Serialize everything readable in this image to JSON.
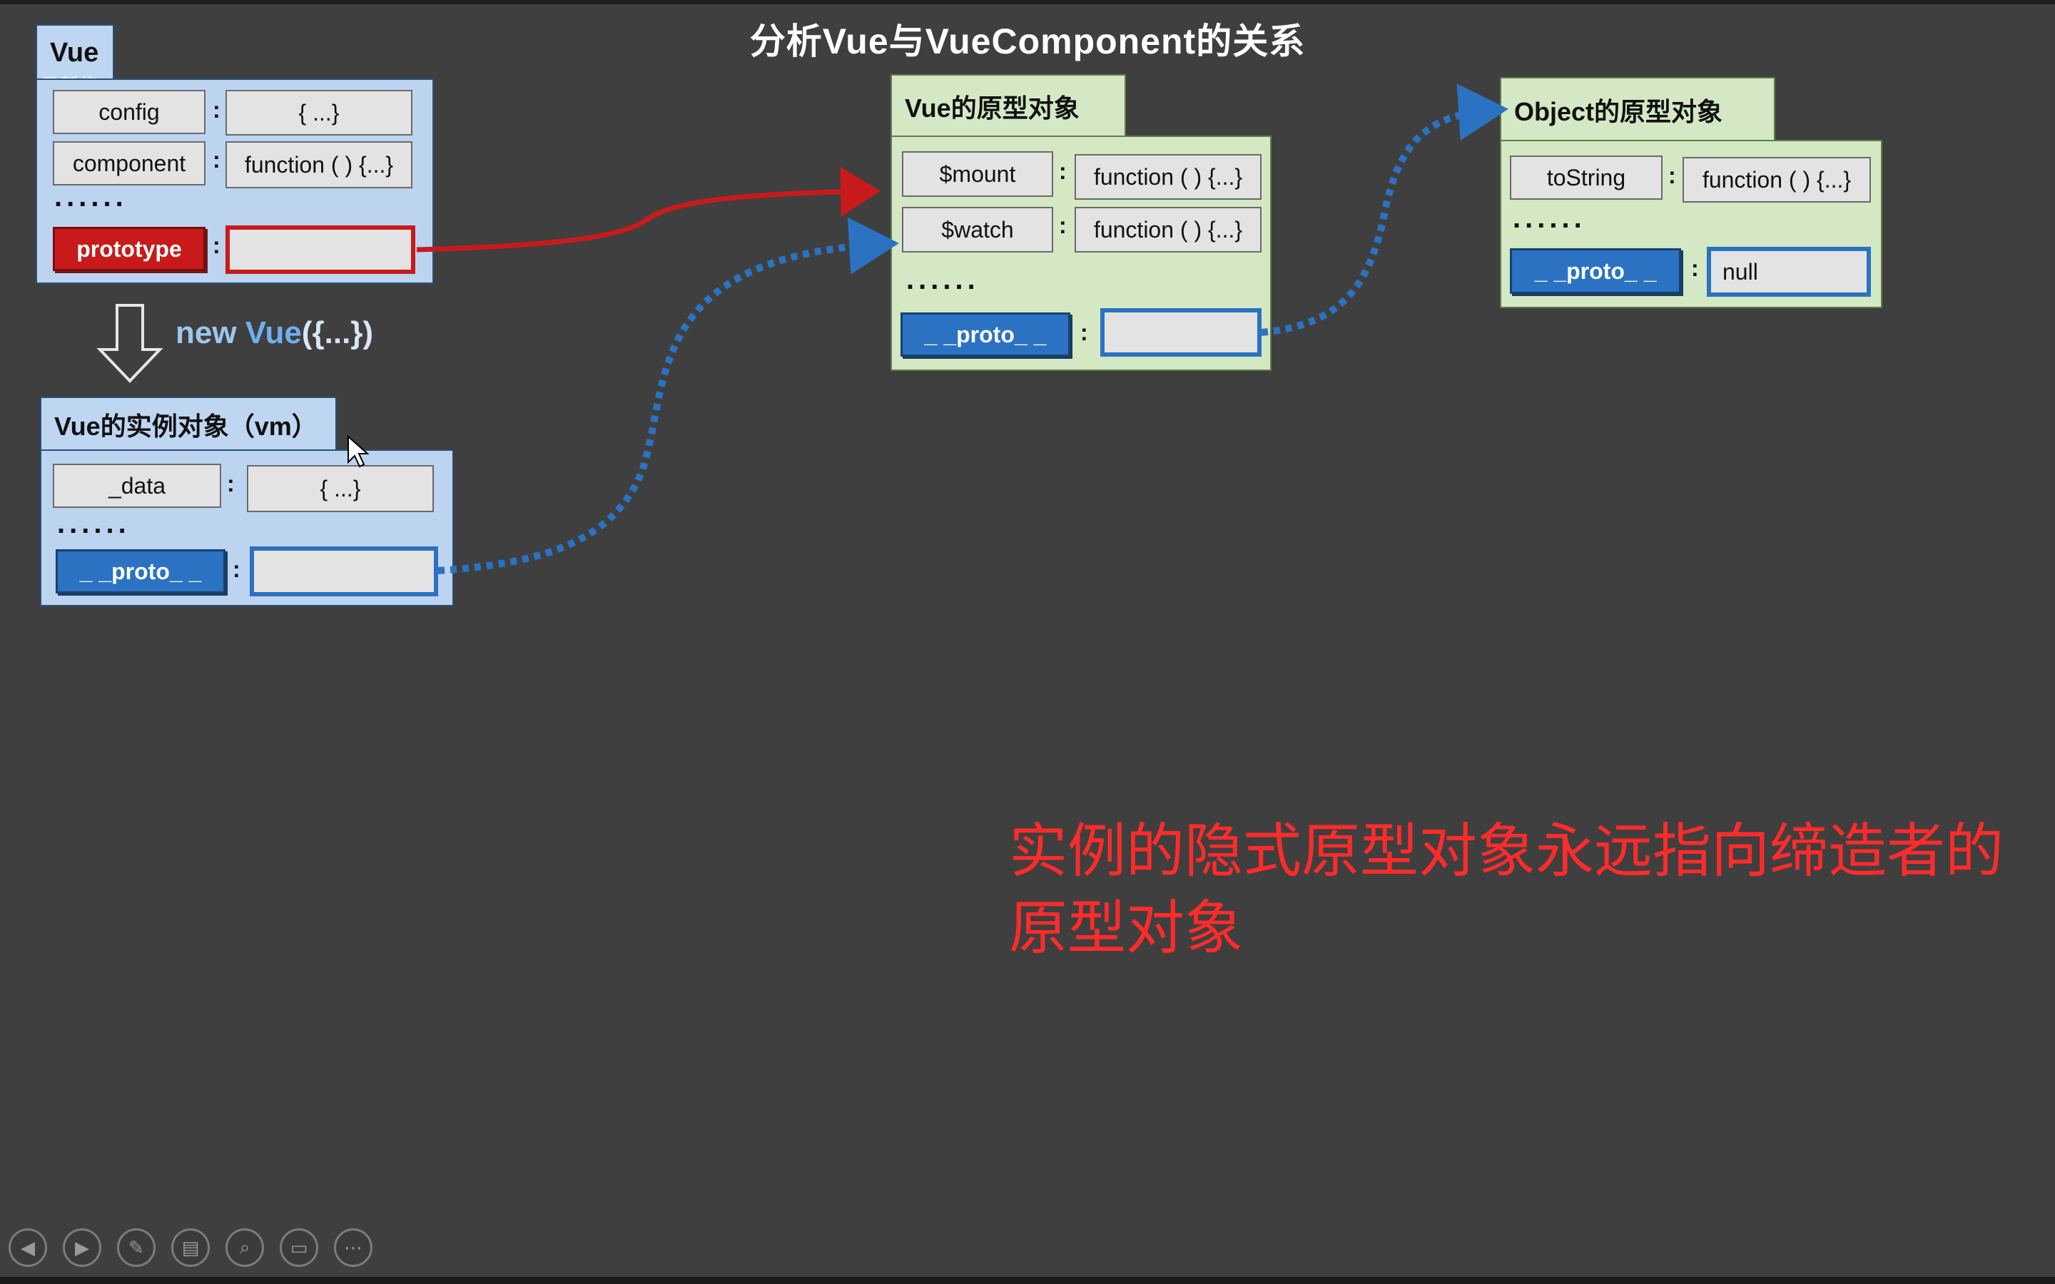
{
  "slide": {
    "title": "分析Vue与VueComponent的关系",
    "overlay_status": "已暂停",
    "note": "实例的隐式原型对象永远指向缔造者的原型对象"
  },
  "vue_ctor": {
    "tab": "Vue",
    "rows": [
      {
        "key": "config",
        "value": "{ ...}"
      },
      {
        "key": "component",
        "value": "function ( ) {...}"
      }
    ],
    "ellipsis": "......",
    "prototype_key": "prototype"
  },
  "new_vue": {
    "part1": "new ",
    "part2": "Vue",
    "part3": "({...})"
  },
  "vm": {
    "tab": "Vue的实例对象（vm）",
    "rows": [
      {
        "key": "_data",
        "value": "{ ...}"
      }
    ],
    "ellipsis": "......",
    "proto_key": "_ _proto_ _"
  },
  "vue_proto": {
    "tab": "Vue的原型对象",
    "rows": [
      {
        "key": "$mount",
        "value": "function ( ) {...}"
      },
      {
        "key": "$watch",
        "value": "function ( ) {...}"
      }
    ],
    "ellipsis": "......",
    "proto_key": "_ _proto_ _"
  },
  "object_proto": {
    "tab": "Object的原型对象",
    "rows": [
      {
        "key": "toString",
        "value": "function ( ) {...}"
      }
    ],
    "ellipsis": "......",
    "proto_key": "_ _proto_ _",
    "proto_value": "null"
  },
  "colon": ":",
  "colors": {
    "background": "#3f3f3f",
    "red": "#c81a1a",
    "blue": "#2b72c2",
    "note": "#ff2b2b"
  },
  "controls": [
    {
      "name": "prev-icon",
      "glyph": "◀"
    },
    {
      "name": "next-icon",
      "glyph": "▶"
    },
    {
      "name": "pen-icon",
      "glyph": "✎"
    },
    {
      "name": "slides-icon",
      "glyph": "▤"
    },
    {
      "name": "zoom-icon",
      "glyph": "⌕"
    },
    {
      "name": "screen-icon",
      "glyph": "▭"
    },
    {
      "name": "more-icon",
      "glyph": "⋯"
    }
  ]
}
